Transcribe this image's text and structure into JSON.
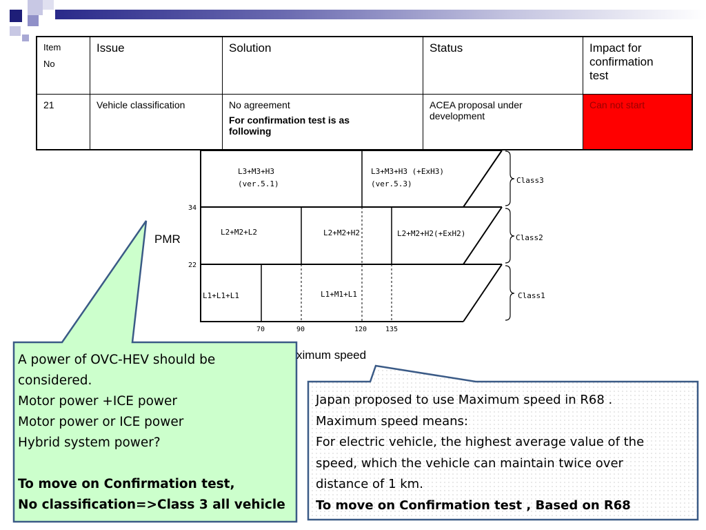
{
  "table": {
    "headers": {
      "item_no": [
        "Item",
        "No"
      ],
      "issue": "Issue",
      "solution": "Solution",
      "status": "Status",
      "impact": [
        "Impact for",
        "confirmation",
        "test"
      ]
    },
    "row": {
      "item_no": "21",
      "issue": "Vehicle classification",
      "solution": "No agreement",
      "solution_bold": [
        "For confirmation test is as",
        "following"
      ],
      "status": [
        "ACEA proposal under",
        "development"
      ],
      "impact": "Can not start",
      "impact_color": "#ff0000"
    }
  },
  "diagram": {
    "y_axis_label": "PMR",
    "x_axis_label_partial": "ximum speed",
    "pmr_ticks": [
      "34",
      "22"
    ],
    "speed_ticks": [
      "70",
      "90",
      "120",
      "135"
    ],
    "classes": [
      "Class3",
      "Class2",
      "Class1"
    ],
    "cells": {
      "class3_left": [
        "L3+M3+H3",
        "(ver.5.1)"
      ],
      "class3_right": [
        "L3+M3+H3 (+ExH3)",
        "(ver.5.3)"
      ],
      "class2_a": "L2+M2+L2",
      "class2_b": "L2+M2+H2",
      "class2_c": "L2+M2+H2(+ExH2)",
      "class1_a": "L1+L1+L1",
      "class1_b": "L1+M1+L1"
    }
  },
  "callout_left": {
    "color": "#ccffcc",
    "lines": [
      "A power of OVC-HEV should be",
      "considered.",
      "Motor power +ICE power",
      "Motor power or ICE power",
      "Hybrid system power?"
    ],
    "bold_lines": [
      "To move on Confirmation test,",
      "No classification=>Class 3 all vehicle"
    ]
  },
  "callout_right": {
    "lines": [
      "Japan proposed to use Maximum speed in R68 .",
      "Maximum speed means:",
      "For electric vehicle, the highest average value of the",
      "speed, which the vehicle can maintain twice over",
      "distance of 1 km."
    ],
    "bold_line": "To move on Confirmation test , Based on R68"
  }
}
